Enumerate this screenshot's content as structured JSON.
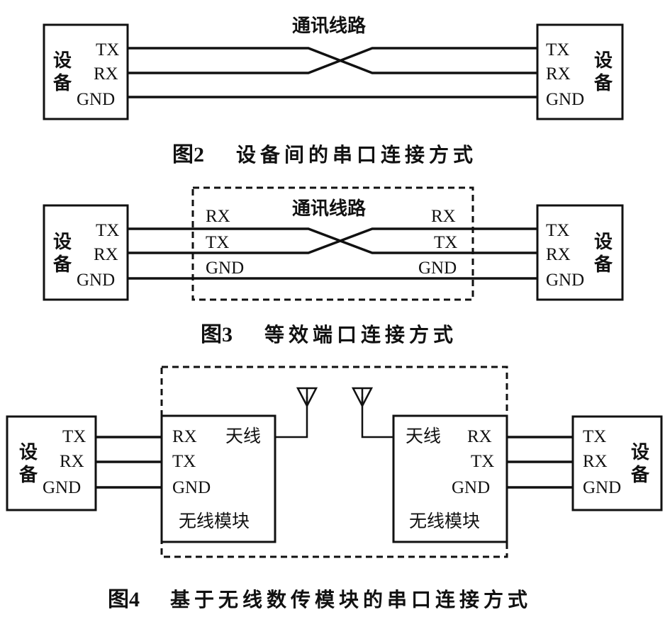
{
  "colors": {
    "ink": "#111111",
    "background": "#ffffff"
  },
  "labels": {
    "device": "设备",
    "tx": "TX",
    "rx": "RX",
    "gnd": "GND",
    "comm_line": "通讯线路",
    "antenna": "天线",
    "wireless_module": "无线模块"
  },
  "figures": {
    "fig2": {
      "number": "图2",
      "caption": "设备间的串口连接方式"
    },
    "fig3": {
      "number": "图3",
      "caption": "等效端口连接方式"
    },
    "fig4": {
      "number": "图4",
      "caption": "基于无线数传模块的串口连接方式"
    }
  }
}
